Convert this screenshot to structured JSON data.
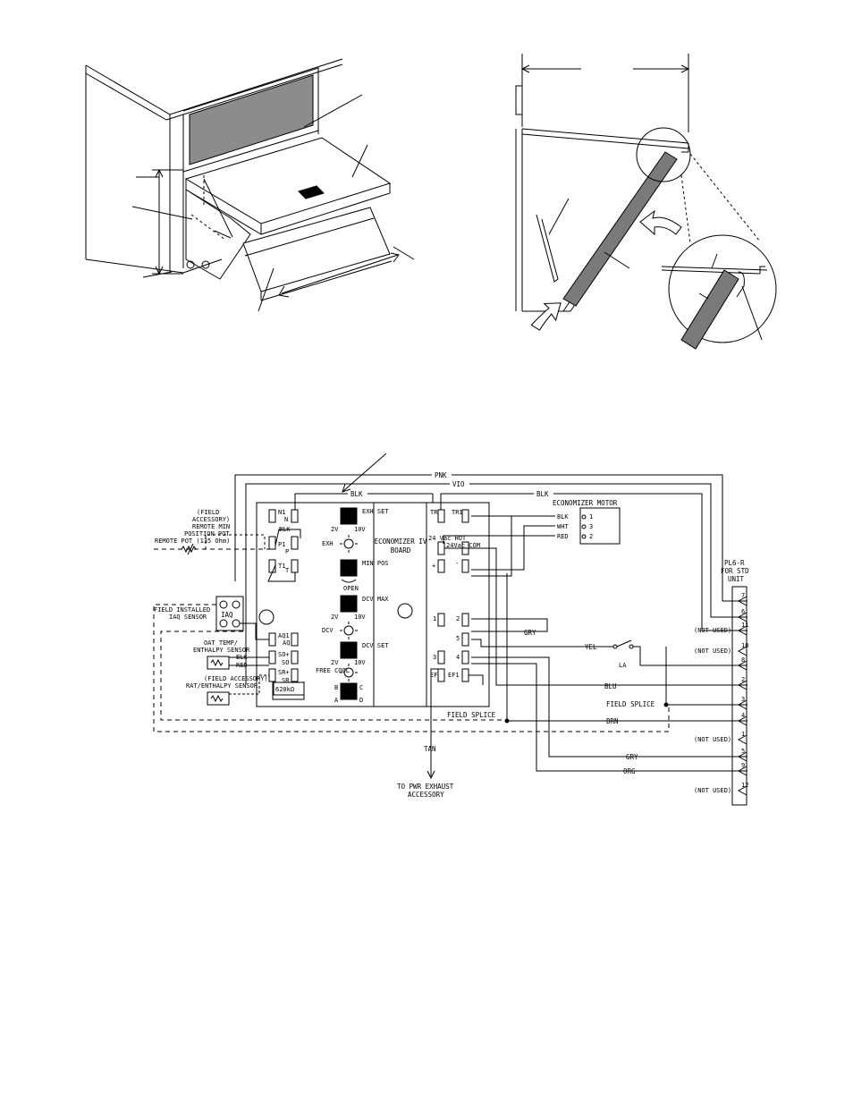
{
  "colors": {
    "ink": "#000000",
    "paper": "#ffffff",
    "filter_shade": "#8c8c8c",
    "panel_shade": "#7a7a7a"
  },
  "board": {
    "title_line1": "ECONOMIZER IV",
    "title_line2": "BOARD",
    "terminals_left": [
      "N1",
      "N",
      "P1",
      "P",
      "T1",
      "T",
      "AQ1",
      "AQ",
      "SO+",
      "SO",
      "SR+",
      "SR"
    ],
    "terminals_right": [
      "TR",
      "TR1",
      "24 Vac HOT",
      "24Vac COM",
      "+",
      "-",
      "1",
      "2",
      "5",
      "3",
      "4",
      "EF",
      "EF1"
    ],
    "pots": {
      "exh_set": "EXH SET",
      "exh": "EXH",
      "min_pos": "MIN POS",
      "open": "OPEN",
      "dcv_max": "DCV MAX",
      "dcv": "DCV",
      "dcv_set": "DCV SET",
      "free_cool": "FREE COOL",
      "range_lo": "2V",
      "range_hi": "10V",
      "b": "B",
      "c": "C",
      "a": "A",
      "d": "D"
    },
    "resistor": "620kΩ"
  },
  "labels": {
    "remote_pot_title": "(FIELD ACCESSORY) REMOTE MIN POSITION POT",
    "remote_pot_l1": "(FIELD",
    "remote_pot_l2": "ACCESSORY)",
    "remote_pot_l3": "REMOTE MIN",
    "remote_pot_l4": "POSITION POT",
    "remote_pot": "REMOTE POT (135 Ohm)",
    "iaq_l1": "FIELD INSTALLED",
    "iaq_l2": "IAQ SENSOR",
    "iaq": "IAQ",
    "oat_l1": "OAT TEMP/",
    "oat_l2": "ENTHALPY SENSOR",
    "rat_l1": "(FIELD ACCESSORY)",
    "rat_l2": "RAT/ENTHALPY SENSOR",
    "motor_title": "ECONOMIZER MOTOR",
    "motor_wires": [
      "BLK",
      "WHT",
      "RED"
    ],
    "motor_pins": [
      "1",
      "3",
      "2"
    ],
    "plug_l1": "PL6-R",
    "plug_l2": "FOR STD",
    "plug_l3": "UNIT",
    "field_splice_1": "FIELD SPLICE",
    "field_splice_2": "FIELD SPLICE",
    "pwr_l1": "TO PWR EXHAUST",
    "pwr_l2": "ACCESSORY",
    "la": "LA"
  },
  "wires": {
    "pnk": "PNK",
    "vio": "VIO",
    "blk_a": "BLK",
    "blk_b": "BLK",
    "blk_c": "BLK",
    "red": "RED",
    "gry_a": "GRY",
    "yel": "YEL",
    "blu": "BLU",
    "brn": "BRN",
    "gry_b": "GRY",
    "org": "ORG",
    "tan": "TAN"
  },
  "plug_pins": [
    {
      "num": "7",
      "note": ""
    },
    {
      "num": "6",
      "note": ""
    },
    {
      "num": "11",
      "note": "(NOT USED)"
    },
    {
      "num": "10",
      "note": "(NOT USED)"
    },
    {
      "num": "8",
      "note": ""
    },
    {
      "num": "2",
      "note": ""
    },
    {
      "num": "3",
      "note": ""
    },
    {
      "num": "4",
      "note": ""
    },
    {
      "num": "1",
      "note": "(NOT USED)"
    },
    {
      "num": "5",
      "note": ""
    },
    {
      "num": "9",
      "note": ""
    },
    {
      "num": "12",
      "note": "(NOT USED)"
    }
  ]
}
